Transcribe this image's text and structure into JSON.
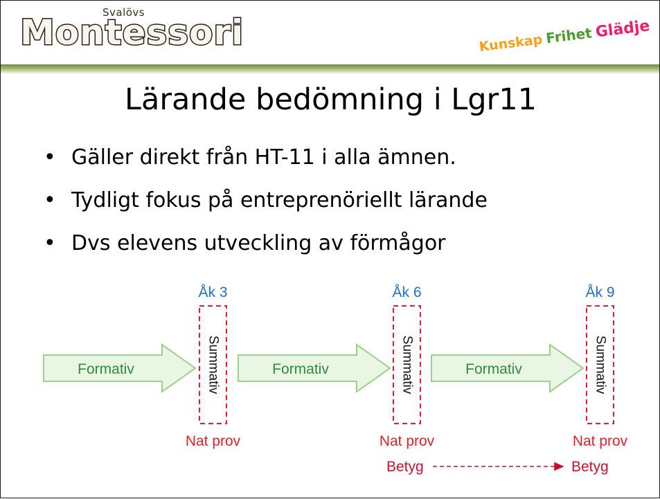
{
  "header": {
    "logo_small": "Svalövs",
    "logo_main": "Montessori",
    "tagline": {
      "word1": "Kunskap",
      "word2": "Frihet",
      "word3": "Glädje"
    }
  },
  "title": "Lärande bedömning i Lgr11",
  "bullets": [
    "Gäller direkt från HT-11 i alla ämnen.",
    "Tydligt fokus på entreprenöriellt lärande",
    "Dvs elevens utveckling av förmågor"
  ],
  "diagram": {
    "stages": [
      {
        "grade": "Åk 3",
        "arrow_label": "Formativ",
        "box_label": "Summativ",
        "exam": "Nat prov"
      },
      {
        "grade": "Åk 6",
        "arrow_label": "Formativ",
        "box_label": "Summativ",
        "exam": "Nat prov"
      },
      {
        "grade": "Åk 9",
        "arrow_label": "Formativ",
        "box_label": "Summativ",
        "exam": "Nat prov"
      }
    ],
    "betyg_start": "Betyg",
    "betyg_end": "Betyg"
  },
  "colors": {
    "arrow_fill": "#eaf6e4",
    "arrow_stroke": "#9bd08a",
    "formativ_text": "#2e8b3a",
    "summativ_stroke": "#e0202a",
    "grade_text": "#1f6fc4",
    "exam_text": "#e0202a",
    "betyg_text": "#c8102e"
  }
}
